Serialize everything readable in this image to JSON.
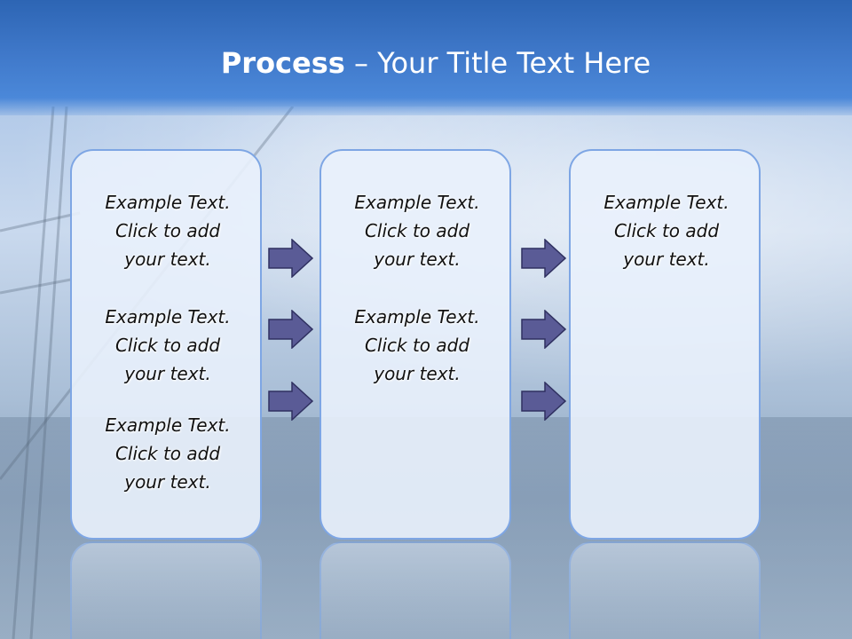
{
  "slide": {
    "title_bold": "Process",
    "title_rest": " – Your Title Text Here"
  },
  "panels": [
    {
      "blocks": [
        {
          "l1": "Example Text.",
          "l2": "Click  to add",
          "l3": "your text."
        },
        {
          "l1": "Example Text.",
          "l2": "Click  to add",
          "l3": "your text."
        },
        {
          "l1": "Example Text.",
          "l2": "Click  to add",
          "l3": "your text."
        }
      ]
    },
    {
      "blocks": [
        {
          "l1": "Example Text.",
          "l2": "Click  to add",
          "l3": "your text."
        },
        {
          "l1": "Example Text.",
          "l2": "Click  to add",
          "l3": "your text."
        }
      ]
    },
    {
      "blocks": [
        {
          "l1": "Example Text.",
          "l2": "Click  to add",
          "l3": "your text."
        }
      ]
    }
  ],
  "colors": {
    "banner": "#3f78c9",
    "panel_border": "#7ea6e4",
    "arrow_fill": "#5a5b96"
  },
  "icons": [
    "right-arrow-icon"
  ]
}
